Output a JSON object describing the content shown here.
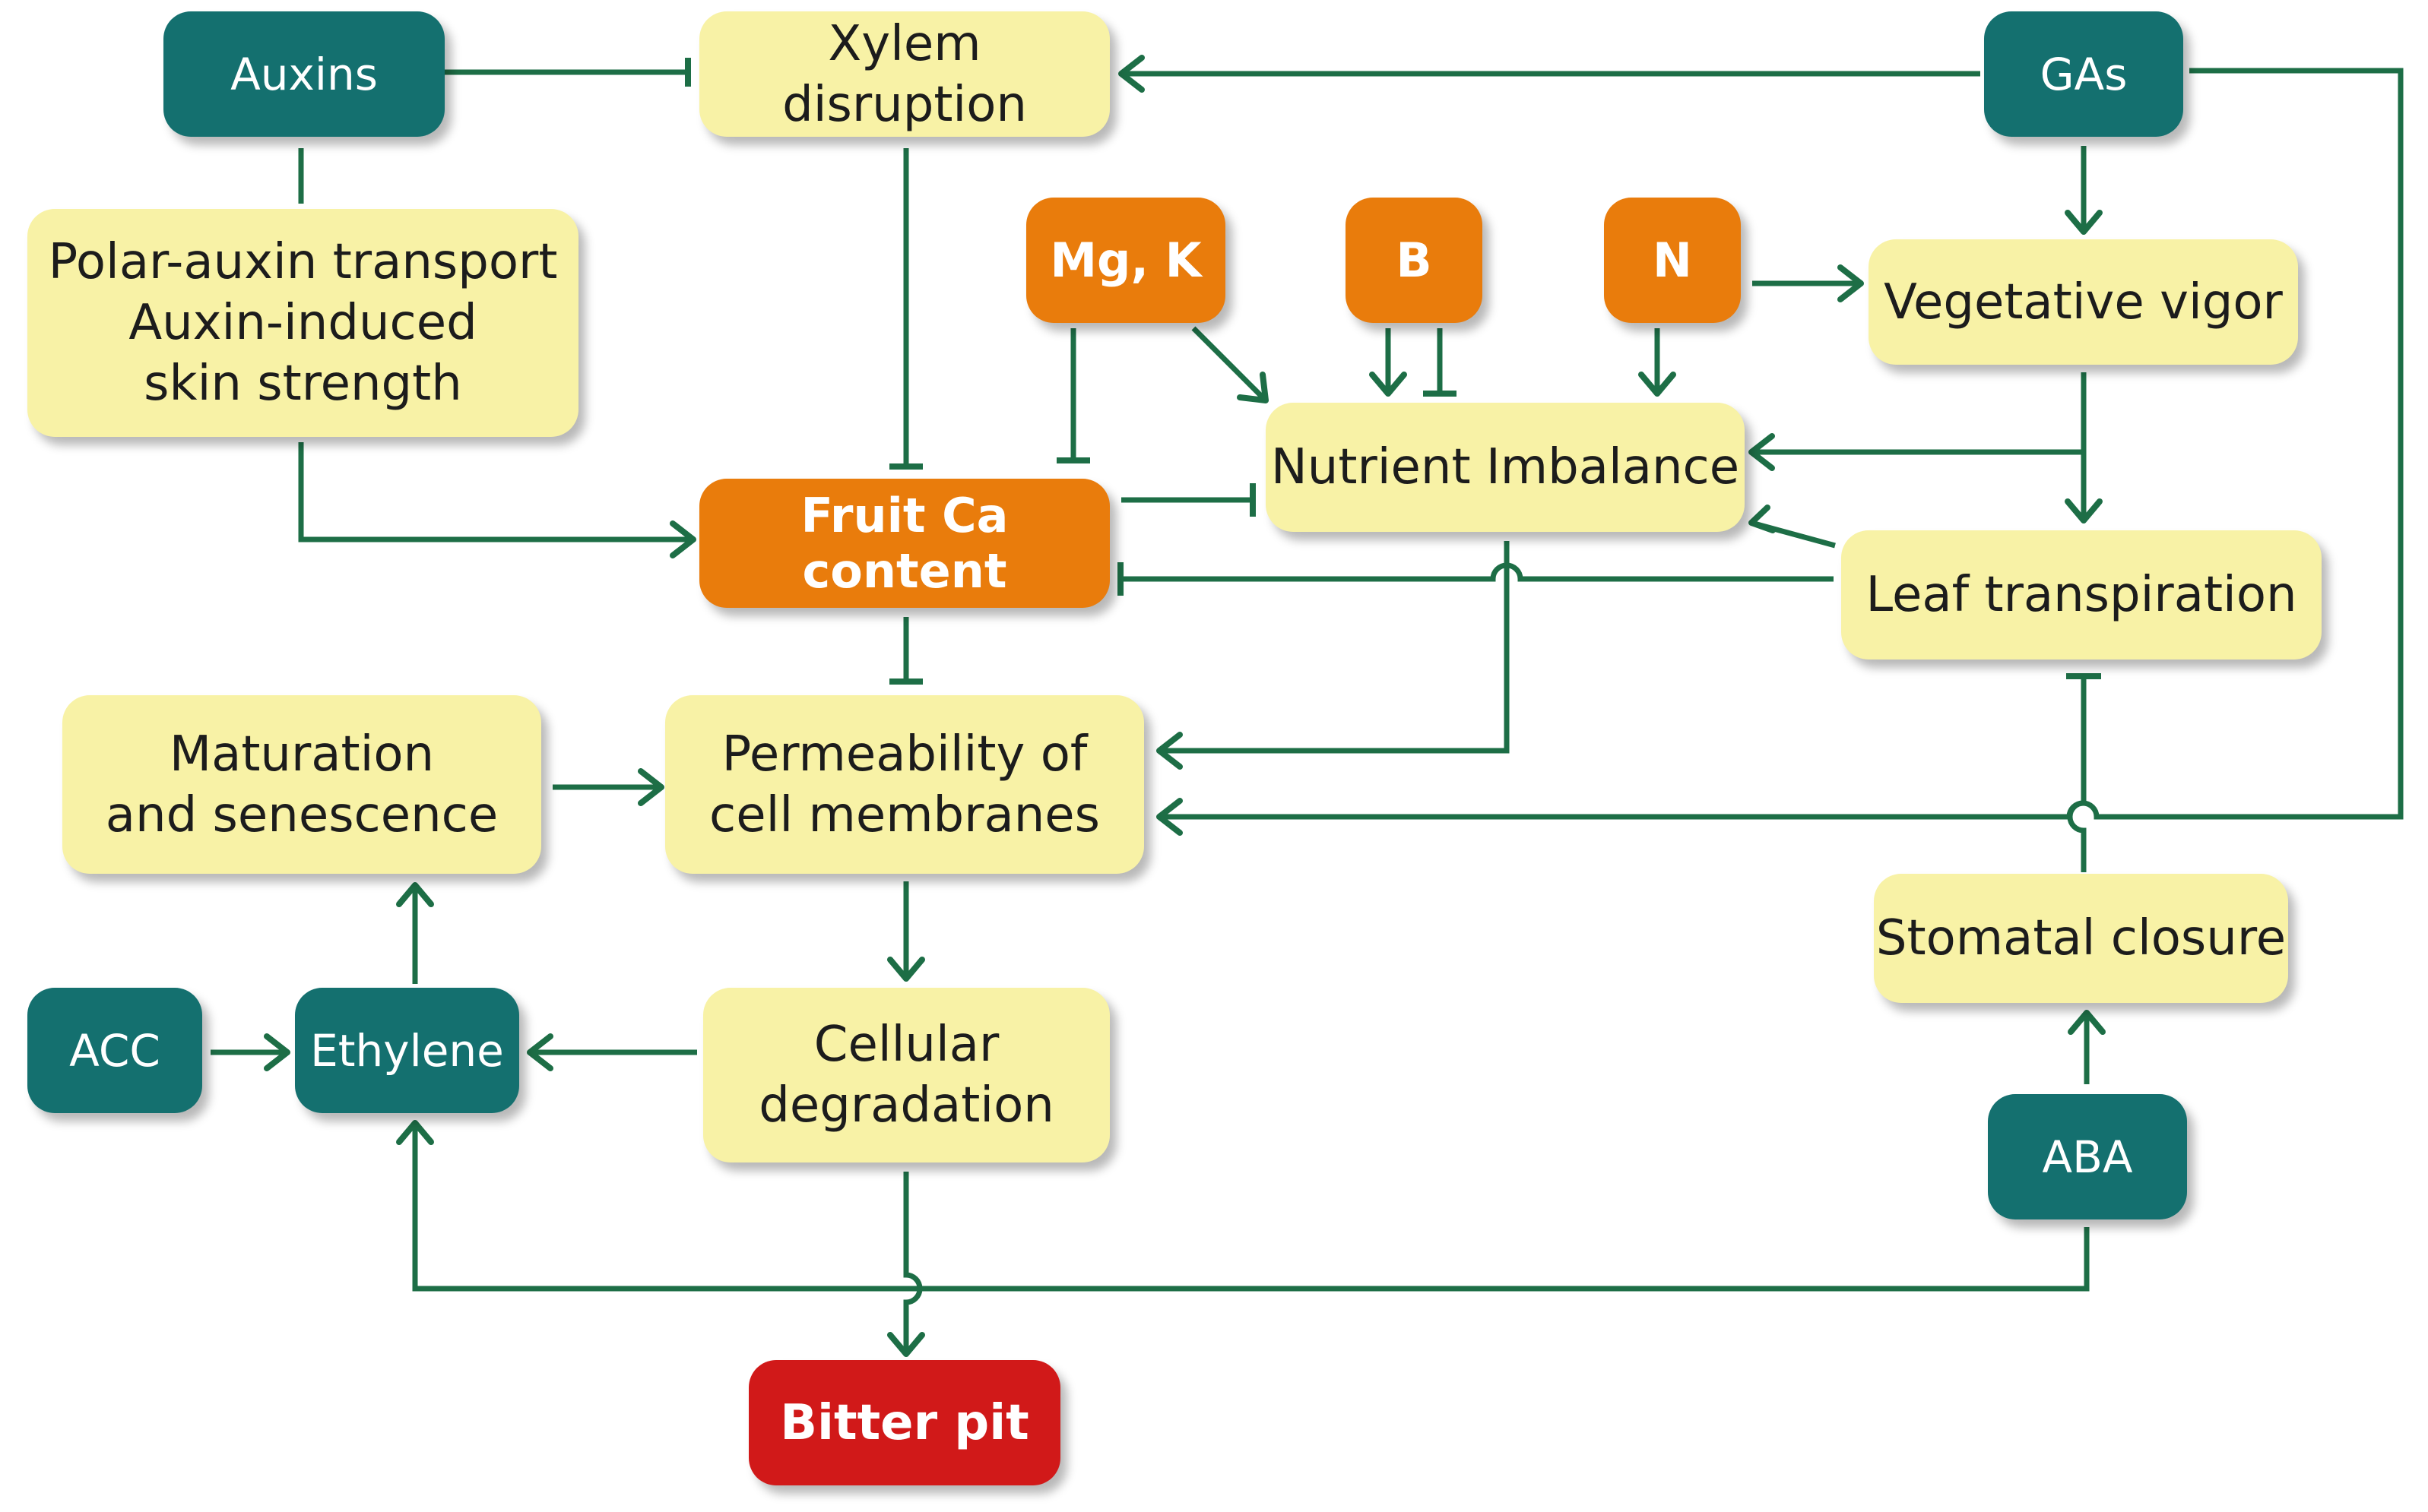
{
  "diagram": {
    "colors": {
      "hormone_node": "#14706f",
      "process_node": "#f8f2a6",
      "nutrient_node": "#e97c0c",
      "outcome_node": "#d11919",
      "connector": "#1d6e46"
    },
    "nodes": {
      "auxins": "Auxins",
      "xylem_disruption": "Xylem disruption",
      "gas": "GAs",
      "polar_auxin": "Polar-auxin transport\nAuxin-induced\nskin strength",
      "mg_k": "Mg, K",
      "b": "B",
      "n": "N",
      "vegetative_vigor": "Vegetative vigor",
      "nutrient_imbalance": "Nutrient Imbalance",
      "fruit_ca": "Fruit Ca content",
      "leaf_transpiration": "Leaf transpiration",
      "maturation": "Maturation\nand senescence",
      "permeability": "Permeability of\ncell membranes",
      "stomatal_closure": "Stomatal closure",
      "acc": "ACC",
      "ethylene": "Ethylene",
      "cellular_degradation": "Cellular\ndegradation",
      "aba": "ABA",
      "bitter_pit": "Bitter pit"
    },
    "edges": [
      {
        "from": "Auxins",
        "to": "Xylem disruption",
        "effect": "inhibits"
      },
      {
        "from": "GAs",
        "to": "Xylem disruption",
        "effect": "promotes"
      },
      {
        "from": "GAs",
        "to": "Vegetative vigor",
        "effect": "promotes"
      },
      {
        "from": "GAs",
        "to": "Permeability of cell membranes",
        "effect": "promotes"
      },
      {
        "from": "Auxins",
        "to": "Fruit Ca content",
        "effect": "promotes",
        "via": "Polar-auxin transport"
      },
      {
        "from": "Xylem disruption",
        "to": "Fruit Ca content",
        "effect": "inhibits"
      },
      {
        "from": "Mg, K",
        "to": "Fruit Ca content",
        "effect": "inhibits"
      },
      {
        "from": "Mg, K",
        "to": "Nutrient Imbalance",
        "effect": "promotes"
      },
      {
        "from": "B",
        "to": "Nutrient Imbalance",
        "effect": "promotes"
      },
      {
        "from": "B",
        "to": "Nutrient Imbalance",
        "effect": "inhibits"
      },
      {
        "from": "N",
        "to": "Nutrient Imbalance",
        "effect": "promotes"
      },
      {
        "from": "N",
        "to": "Vegetative vigor",
        "effect": "promotes"
      },
      {
        "from": "Vegetative vigor",
        "to": "Nutrient Imbalance",
        "effect": "promotes"
      },
      {
        "from": "Vegetative vigor",
        "to": "Leaf transpiration",
        "effect": "promotes"
      },
      {
        "from": "Leaf transpiration",
        "to": "Nutrient Imbalance",
        "effect": "promotes"
      },
      {
        "from": "Leaf transpiration",
        "to": "Fruit Ca content",
        "effect": "inhibits"
      },
      {
        "from": "Fruit Ca content",
        "to": "Nutrient Imbalance",
        "effect": "inhibits"
      },
      {
        "from": "Fruit Ca content",
        "to": "Permeability of cell membranes",
        "effect": "inhibits"
      },
      {
        "from": "Nutrient Imbalance",
        "to": "Permeability of cell membranes",
        "effect": "promotes"
      },
      {
        "from": "Maturation and senescence",
        "to": "Permeability of cell membranes",
        "effect": "promotes"
      },
      {
        "from": "Permeability of cell membranes",
        "to": "Cellular degradation",
        "effect": "promotes"
      },
      {
        "from": "Cellular degradation",
        "to": "Ethylene",
        "effect": "promotes"
      },
      {
        "from": "Cellular degradation",
        "to": "Bitter pit",
        "effect": "promotes"
      },
      {
        "from": "ACC",
        "to": "Ethylene",
        "effect": "promotes"
      },
      {
        "from": "Ethylene",
        "to": "Maturation and senescence",
        "effect": "promotes"
      },
      {
        "from": "ABA",
        "to": "Stomatal closure",
        "effect": "promotes"
      },
      {
        "from": "ABA",
        "to": "Ethylene",
        "effect": "promotes"
      },
      {
        "from": "Stomatal closure",
        "to": "Leaf transpiration",
        "effect": "inhibits"
      }
    ]
  }
}
